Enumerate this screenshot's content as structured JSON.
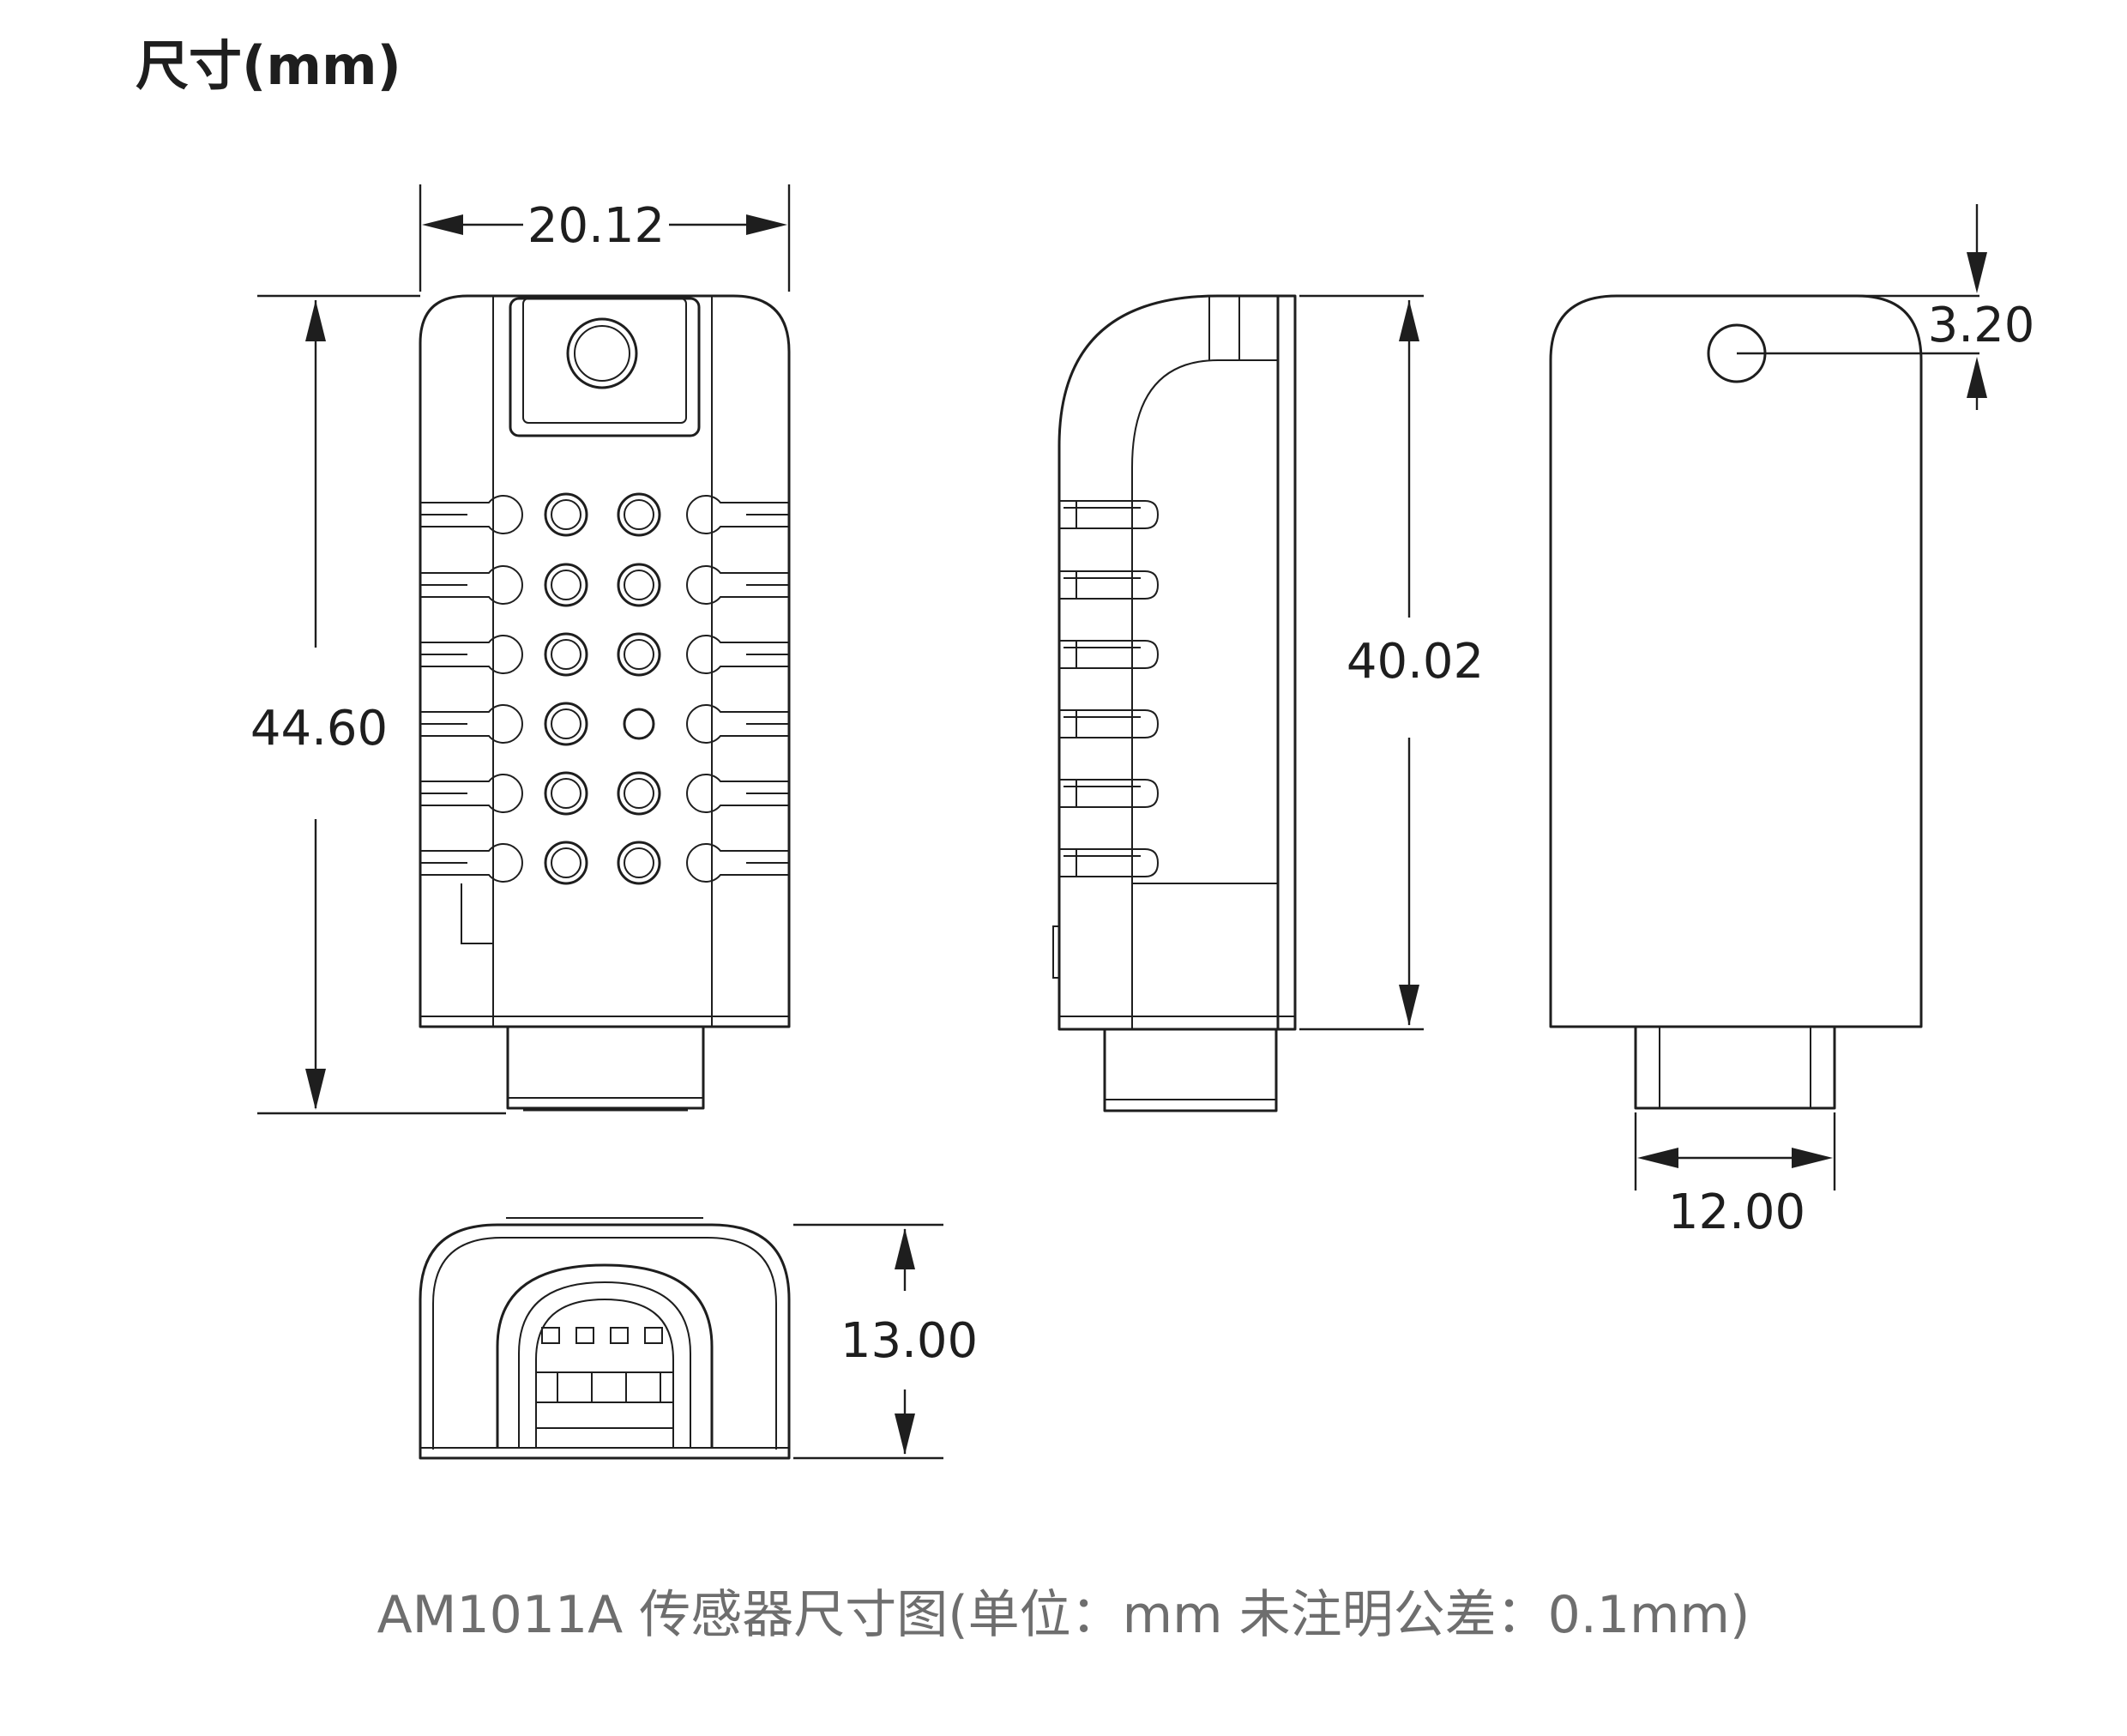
{
  "title": "尺寸(mm)",
  "dimensions": {
    "front_width": "20.12",
    "front_height": "44.60",
    "side_height": "40.02",
    "back_hole_offset": "3.20",
    "back_connector_width": "12.00",
    "bottom_height": "13.00"
  },
  "caption": "AM1011A 传感器尺寸图(单位：mm 未注明公差：0.1mm)",
  "colors": {
    "line": "#1e1e1e",
    "caption": "#6e6e6e",
    "background": "#ffffff"
  }
}
